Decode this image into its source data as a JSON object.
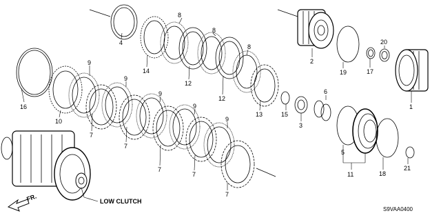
{
  "diagram": {
    "callouts": {
      "c1": "1",
      "c2": "2",
      "c3": "3",
      "c4": "4",
      "c5": "5",
      "c6": "6",
      "c7a": "7",
      "c7b": "7",
      "c7c": "7",
      "c7d": "7",
      "c7e": "7",
      "c8a": "8",
      "c8b": "8",
      "c8c": "8",
      "c9a": "9",
      "c9b": "9",
      "c9c": "9",
      "c9d": "9",
      "c9e": "9",
      "c10": "10",
      "c11": "11",
      "c12a": "12",
      "c12b": "12",
      "c13": "13",
      "c14": "14",
      "c15": "15",
      "c16": "16",
      "c17": "17",
      "c18": "18",
      "c19": "19",
      "c20": "20",
      "c21": "21"
    },
    "caption": "LOW CLUTCH",
    "direction_label": "FR.",
    "diagram_code": "S9VAA0400"
  }
}
